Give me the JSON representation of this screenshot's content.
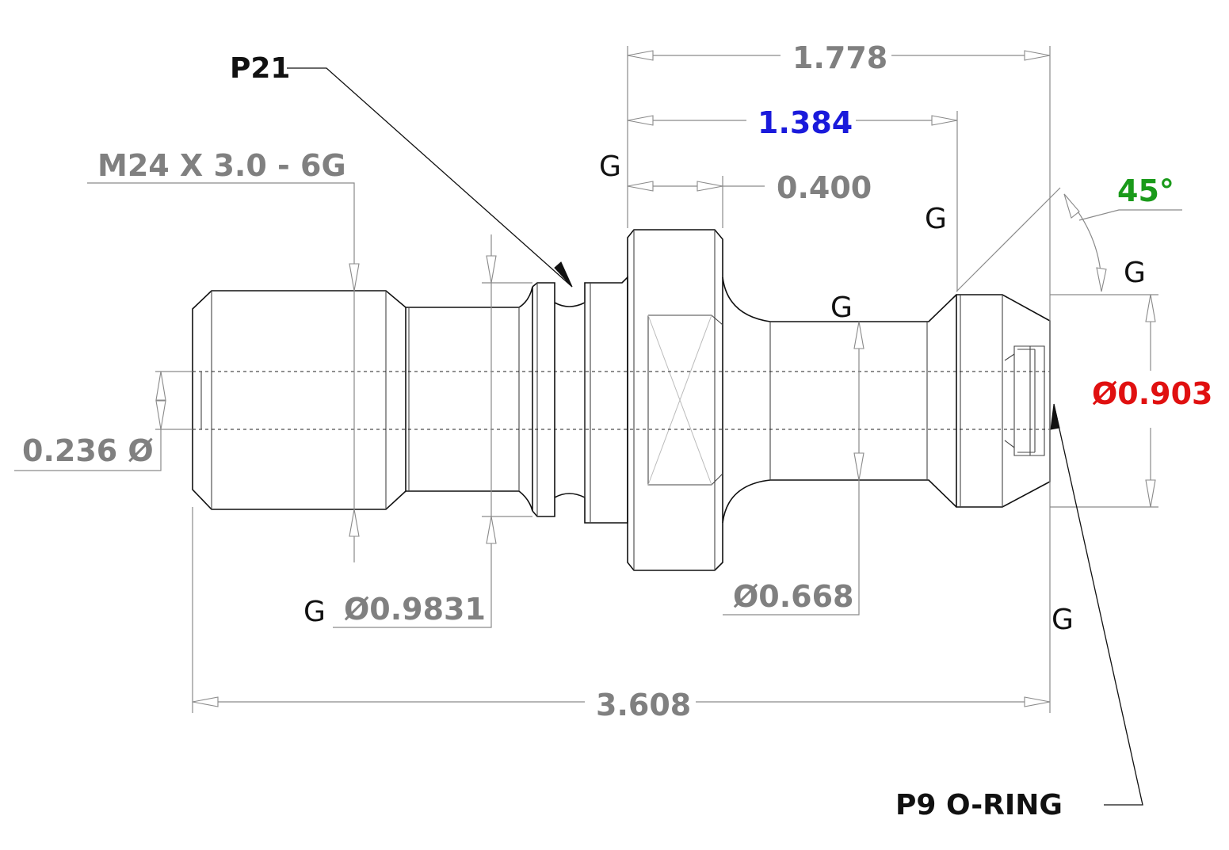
{
  "callouts": {
    "p21": "P21",
    "thread": "M24 X 3.0 - 6G",
    "o_ring": "P9 O-RING"
  },
  "dimensions": {
    "overall_length": "3.608",
    "length_1778": "1.778",
    "length_1384": "1.384",
    "length_0400": "0.400",
    "angle": "45°",
    "bore_dia": "0.236 Ø",
    "groove_dia": "Ø0.9831",
    "neck_dia": "Ø0.668",
    "head_dia": "Ø0.903"
  },
  "grade_marks": {
    "label": "G"
  },
  "colors": {
    "dim_grey": "#808080",
    "blue_dim": "#1a1adb",
    "red_dim": "#e01010",
    "green_dim": "#1a9a1a",
    "ink": "#111111"
  }
}
